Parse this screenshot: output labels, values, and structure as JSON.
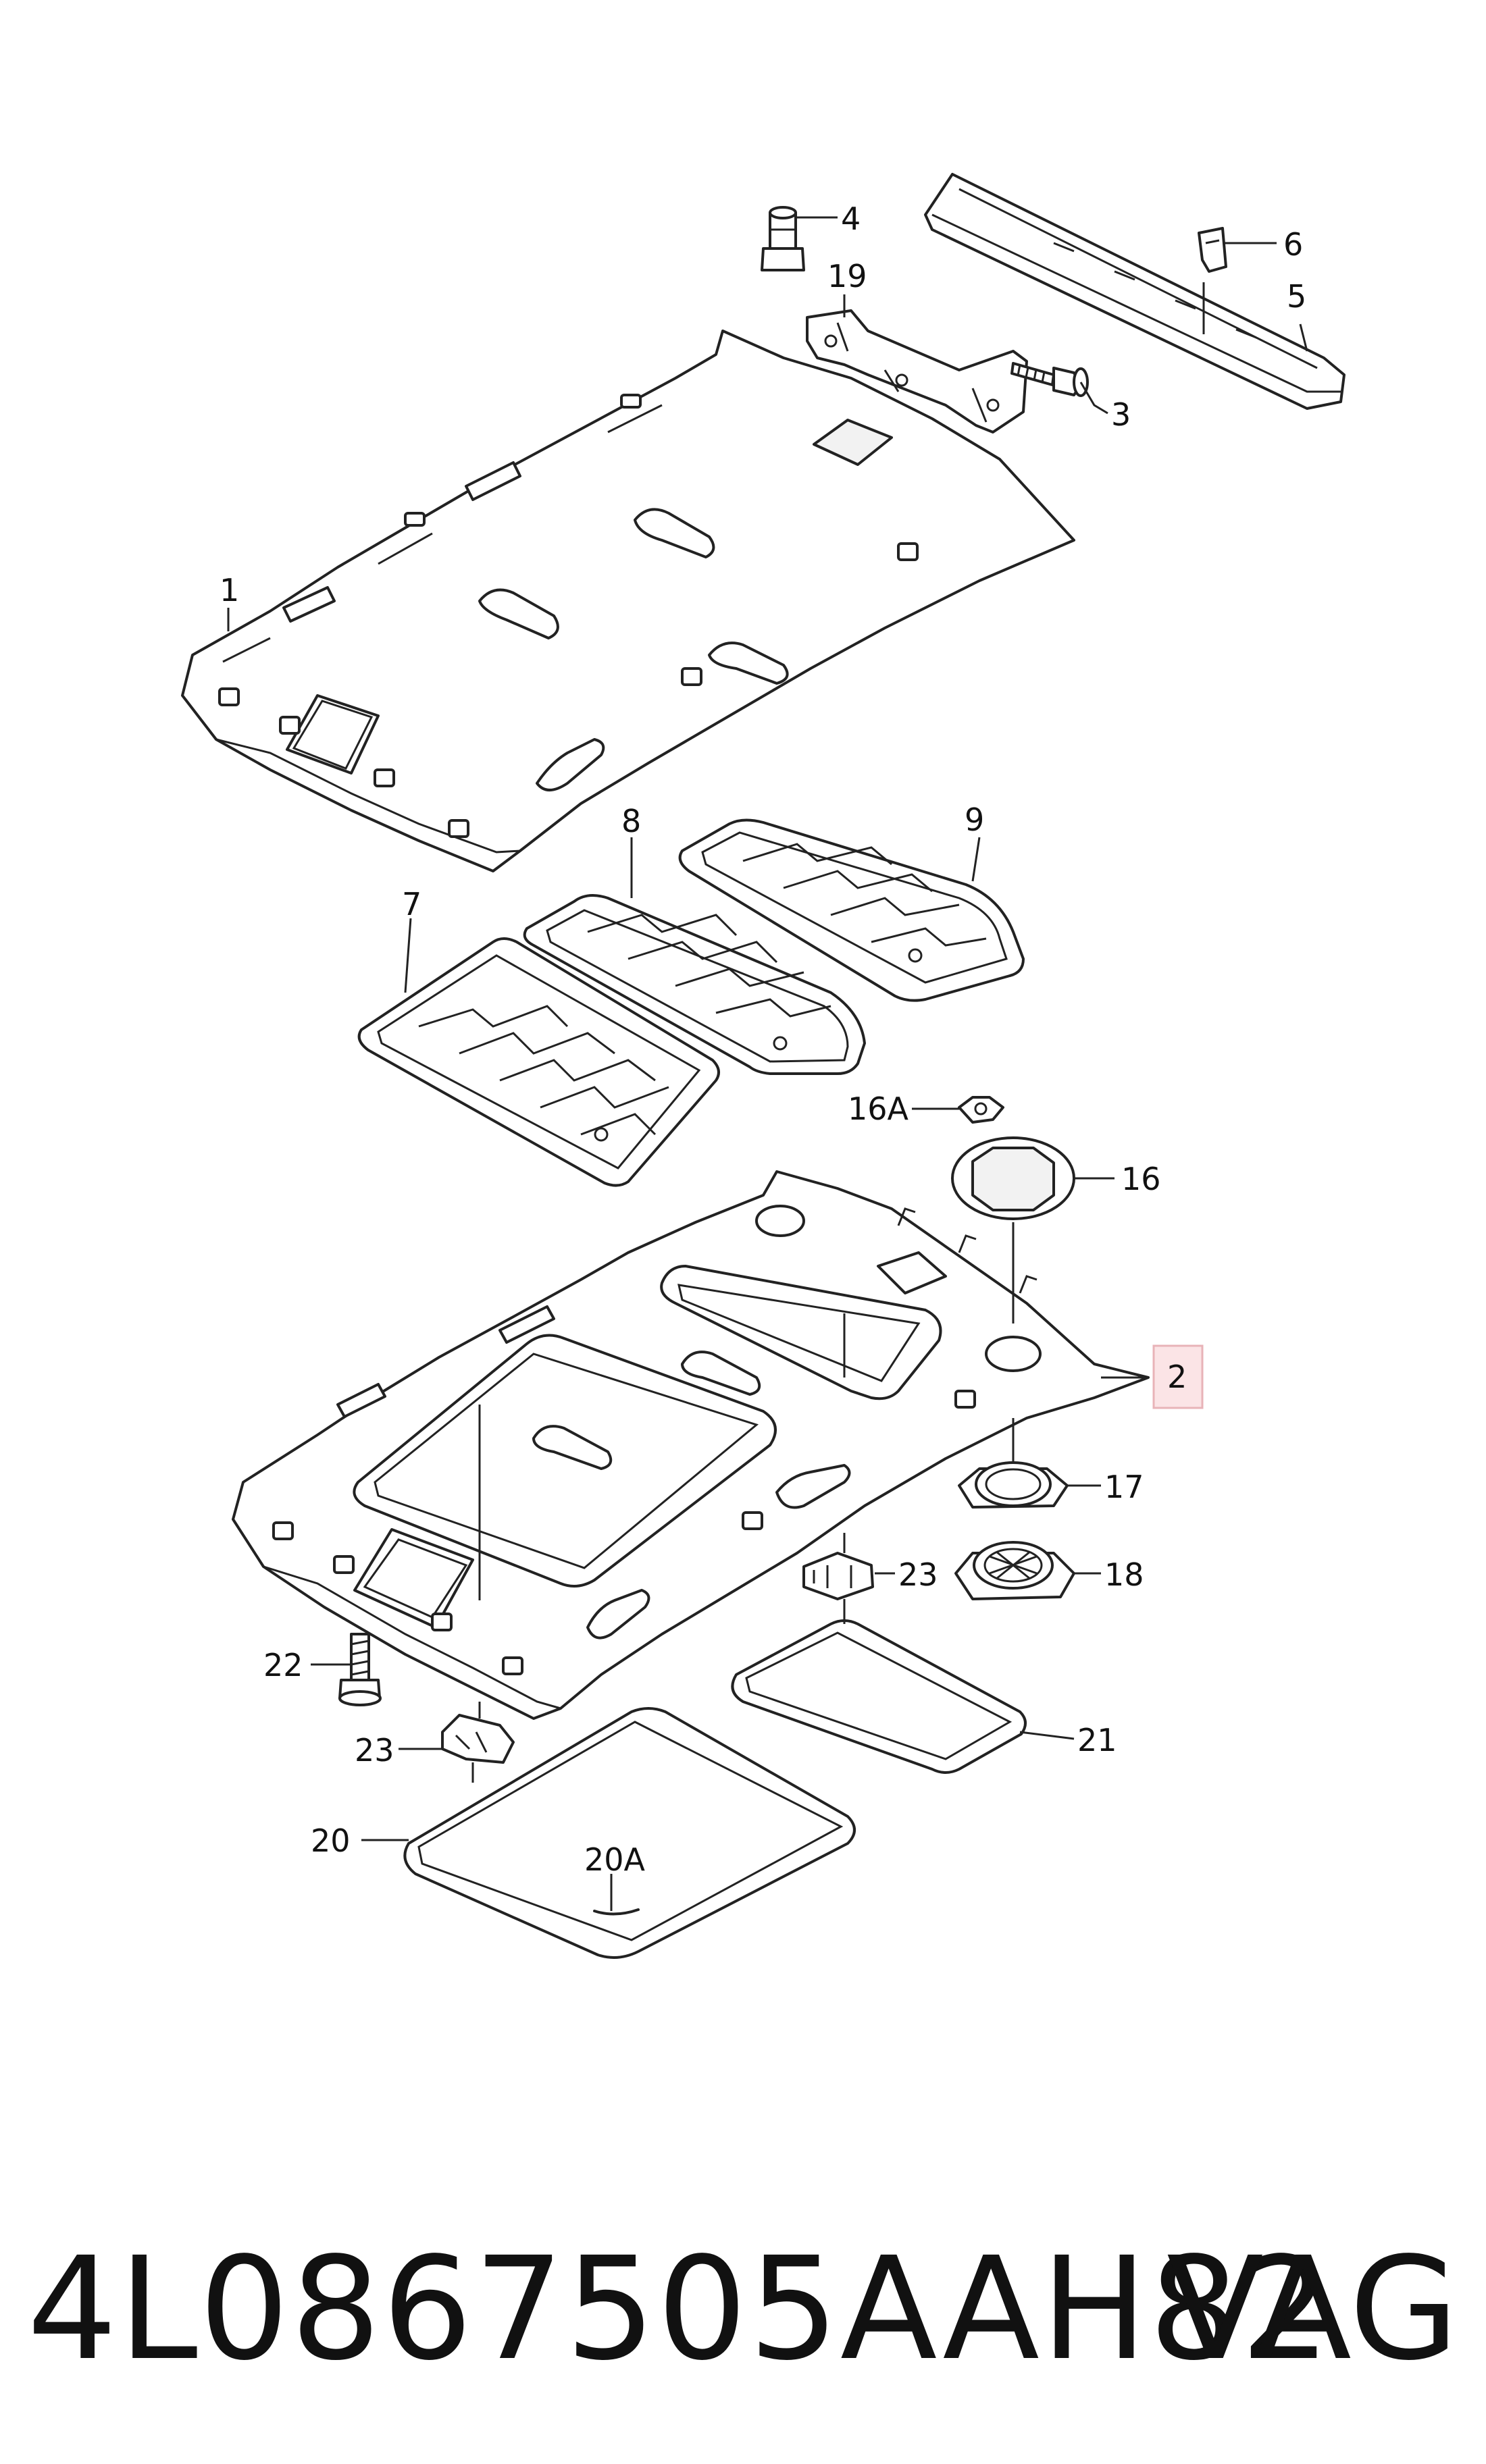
{
  "callouts": {
    "c1": "1",
    "c2": "2",
    "c3": "3",
    "c4": "4",
    "c5": "5",
    "c6": "6",
    "c7": "7",
    "c8": "8",
    "c9": "9",
    "c16": "16",
    "c16a": "16A",
    "c17": "17",
    "c18": "18",
    "c19": "19",
    "c20": "20",
    "c20a": "20A",
    "c21": "21",
    "c22": "22",
    "c23a": "23",
    "c23b": "23"
  },
  "highlight_color": "#e8b3b8",
  "footer": {
    "part_number": "4L0867505AAH82",
    "brand": "VAG"
  }
}
